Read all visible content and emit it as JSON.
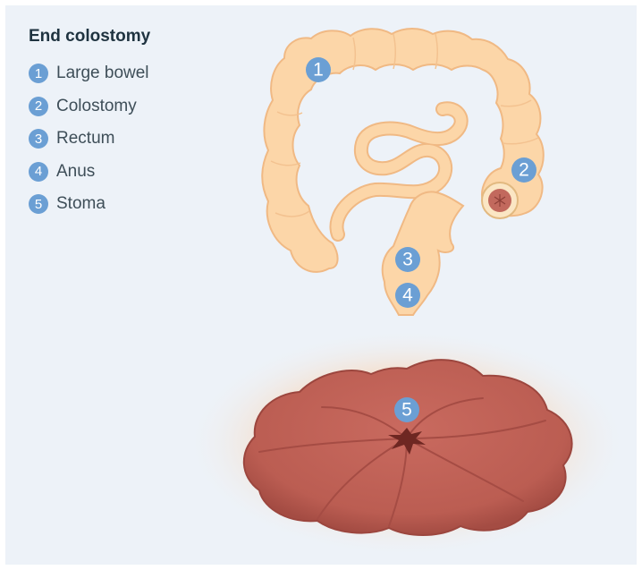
{
  "diagram": {
    "title": "End colostomy",
    "legend": [
      {
        "number": "1",
        "label": "Large bowel"
      },
      {
        "number": "2",
        "label": "Colostomy"
      },
      {
        "number": "3",
        "label": "Rectum"
      },
      {
        "number": "4",
        "label": "Anus"
      },
      {
        "number": "5",
        "label": "Stoma"
      }
    ],
    "markers": [
      "1",
      "2",
      "3",
      "4",
      "5"
    ]
  },
  "colors": {
    "badge": "#6b9fd4",
    "bowel_fill": "#fcd6a8",
    "bowel_outline": "#f0b984",
    "stoma": "#c2695d",
    "panel_background": "#edf2f8"
  }
}
